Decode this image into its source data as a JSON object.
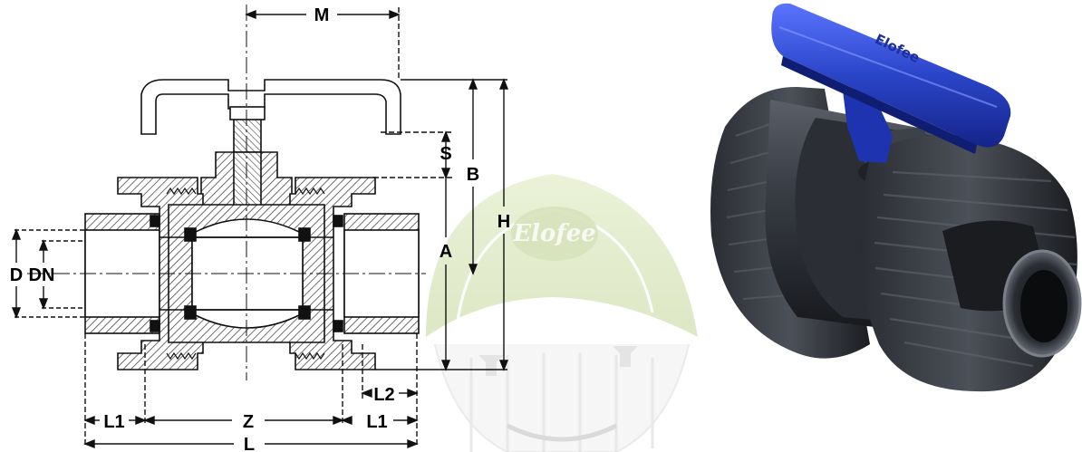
{
  "dimensions": {
    "M": "M",
    "S": "S",
    "B": "B",
    "H": "H",
    "A": "A",
    "D": "D",
    "DN": "DN",
    "L1_left": "L1",
    "Z": "Z",
    "L1_right": "L1",
    "L2": "L2",
    "L": "L"
  },
  "watermark": {
    "logo_text": "Elofee"
  },
  "product": {
    "handle_brand": "Elofee",
    "handle_color": "#2b45c9",
    "body_color": "#2e3138"
  },
  "colors": {
    "line": "#111111",
    "hatch": "#444444",
    "watermark_cap": "#cfe0a6"
  }
}
